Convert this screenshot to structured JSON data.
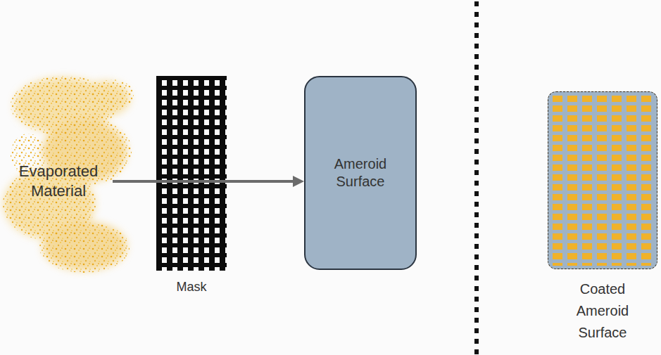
{
  "diagram": {
    "nodes": [
      {
        "text": [
          "Evaporated Material"
        ]
      },
      {
        "text": [
          "Mask"
        ]
      },
      {
        "text": [
          "Ameroid Surface"
        ]
      },
      {
        "text": [
          "Coated Ameroid Surface"
        ]
      }
    ],
    "edges": [
      {
        "from": 0,
        "to": 2,
        "arrow": "to"
      }
    ]
  }
}
